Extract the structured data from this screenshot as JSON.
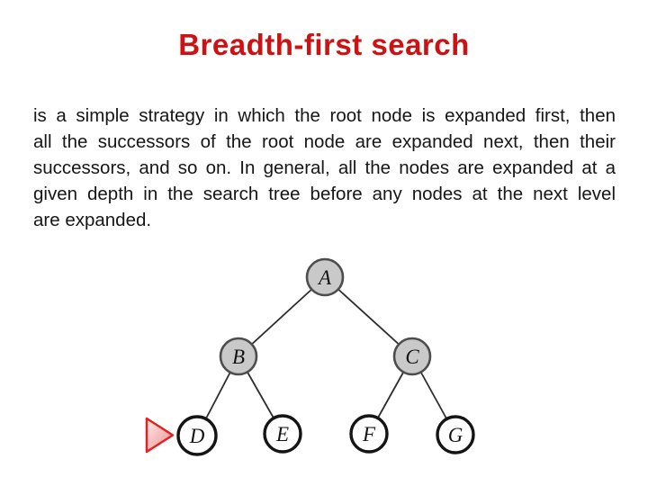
{
  "slide": {
    "title": "Breadth-first search",
    "body_lines": [
      "is a simple strategy in which the root node is expanded first, then",
      "all the successors of the root node are expanded next, then their",
      "successors, and so on. In general, all the nodes are expanded at a",
      "given depth in the search tree before any nodes at the next level",
      "are expanded."
    ]
  },
  "colors": {
    "title_red": "#cc1212",
    "expanded_node_fill": "#c9c9c9",
    "frontier_node_fill": "#ffffff",
    "edge_color": "#2e2e2e",
    "arrow_stroke": "#e32020"
  },
  "tree": {
    "nodes": [
      {
        "label": "A",
        "state": "expanded"
      },
      {
        "label": "B",
        "state": "expanded"
      },
      {
        "label": "C",
        "state": "expanded"
      },
      {
        "label": "D",
        "state": "frontier"
      },
      {
        "label": "E",
        "state": "frontier"
      },
      {
        "label": "F",
        "state": "frontier"
      },
      {
        "label": "G",
        "state": "frontier"
      }
    ],
    "edges": [
      "A-B",
      "A-C",
      "B-D",
      "B-E",
      "C-F",
      "C-G"
    ],
    "marker_at": "D"
  }
}
